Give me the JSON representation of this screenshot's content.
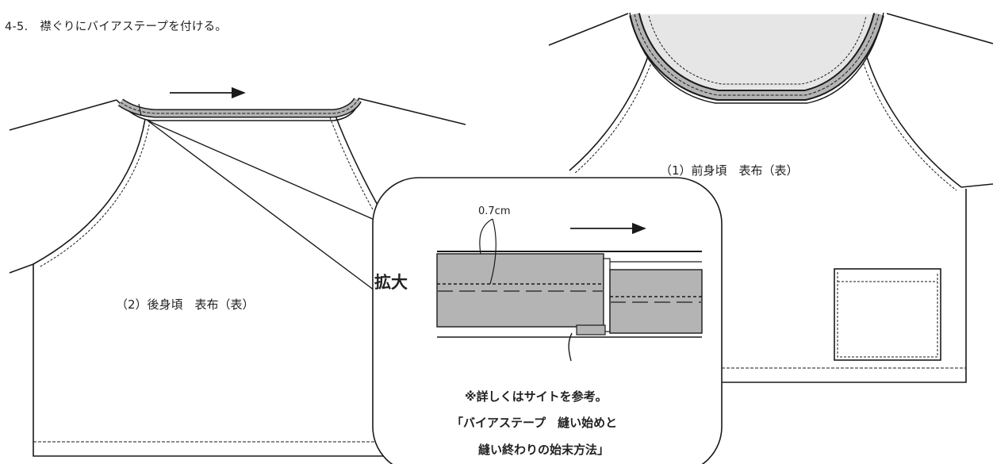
{
  "title": "4-5.　襟ぐりにバイアステープを付ける。",
  "labels": {
    "back_panel": "（2）後身頃　表布（表）",
    "front_panel": "（1）前身頃　表布（表）",
    "zoom": "拡大",
    "measurement": "0.7cm"
  },
  "note": {
    "line1": "※詳しくはサイトを参考。",
    "line2": "「バイアステープ　縫い始めと",
    "line3": "縫い終わりの始末方法」"
  },
  "colors": {
    "line": "#1a1a1a",
    "tape_fill": "#b4b4b4",
    "neck_fill": "#e6e6e6",
    "background": "#ffffff"
  },
  "icons": [
    "direction-arrow-icon",
    "direction-arrow-icon"
  ]
}
